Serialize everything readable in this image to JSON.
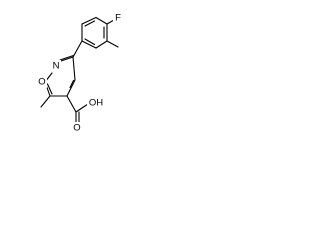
{
  "atoms": {
    "fluorine": "F",
    "ring_oxygen": "O",
    "ring_nitrogen": "N",
    "acid_group": "OH",
    "carbonyl_oxygen": "O"
  }
}
